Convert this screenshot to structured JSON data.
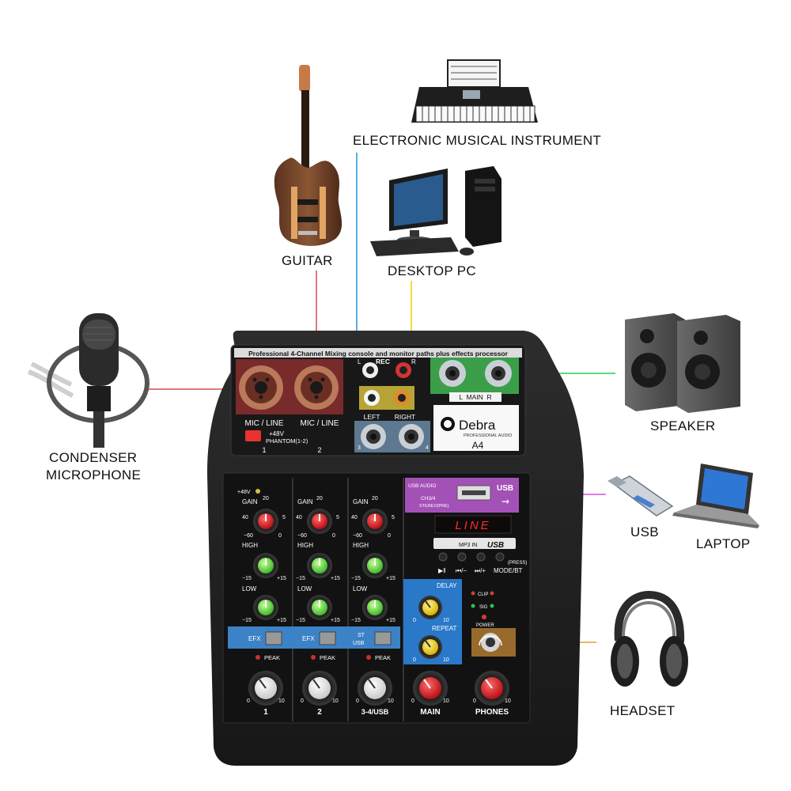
{
  "devices": {
    "electronic_instrument": "ELECTRONIC MUSICAL INSTRUMENT",
    "guitar": "GUITAR",
    "desktop_pc": "DESKTOP PC",
    "microphone_line1": "CONDENSER",
    "microphone_line2": "MICROPHONE",
    "speaker": "SPEAKER",
    "usb": "USB",
    "laptop": "LAPTOP",
    "headset": "HEADSET"
  },
  "mixer": {
    "header_text": "Professional 4-Channel Mixing console and monitor paths plus effects processor",
    "brand": "Debra",
    "brand_sub": "PROFESSIONAL AUDIO",
    "model": "A4",
    "rec_label": "REC",
    "l_label": "L",
    "r_label": "R",
    "left_label": "LEFT",
    "right_label": "RIGHT",
    "jack3": "3",
    "jack4": "4",
    "main_out_label": "L  MAIN  R",
    "mic_line_1": "MIC / LINE",
    "mic_line_2": "MIC / LINE",
    "phantom": "+48V",
    "phantom_sub": "PHANTOM(1-2)",
    "ch1_num": "1",
    "ch2_num": "2",
    "usb_audio": "USB AUDIO",
    "ch34": "CH3/4",
    "stereo_pre": "STEREO(PRE)",
    "usb_title": "USB",
    "display_text": "LINE",
    "mp3_in": "MP3 IN",
    "usb_logo": "USB",
    "btn_play": "▶‖",
    "btn_prev": "⏮/−",
    "btn_next": "⏭/+",
    "btn_mode": "MODE/BT",
    "press": "(PRESS)",
    "plus48": "+48V",
    "gain": "GAIN",
    "high": "HIGH",
    "low": "LOW",
    "efx": "EFX",
    "st": "ST",
    "usb_sw": "USB",
    "peak": "PEAK",
    "delay": "DELAY",
    "repeat": "REPEAT",
    "clip": "CLIP",
    "sig": "SIG",
    "power": "POWER",
    "ch_label_1": "1",
    "ch_label_2": "2",
    "ch_label_3": "3-4/USB",
    "main_label": "MAIN",
    "phones_label": "PHONES",
    "scale_20": "20",
    "scale_40": "40",
    "scale_5": "5",
    "scale_m60": "−60",
    "scale_0": "0",
    "scale_m15": "−15",
    "scale_p15": "+15",
    "scale_10": "10"
  },
  "colors": {
    "guitar_line": "#e07a7a",
    "mic_line": "#e07a7a",
    "instrument_line": "#5aaee6",
    "pc_line": "#f2dc3c",
    "speaker_line": "#5fd882",
    "usb_line": "#e27ae8",
    "headset_line": "#eeb36a",
    "mixer_body": "#232323",
    "mic_jack_highlight": "#8b2e2e",
    "rca_highlight": "#c9b23a",
    "main_out_highlight": "#3fae4f",
    "usb_panel_highlight": "#b157c6",
    "blue_panel": "#2a78c8",
    "phones_jack_highlight": "#a0702e"
  }
}
